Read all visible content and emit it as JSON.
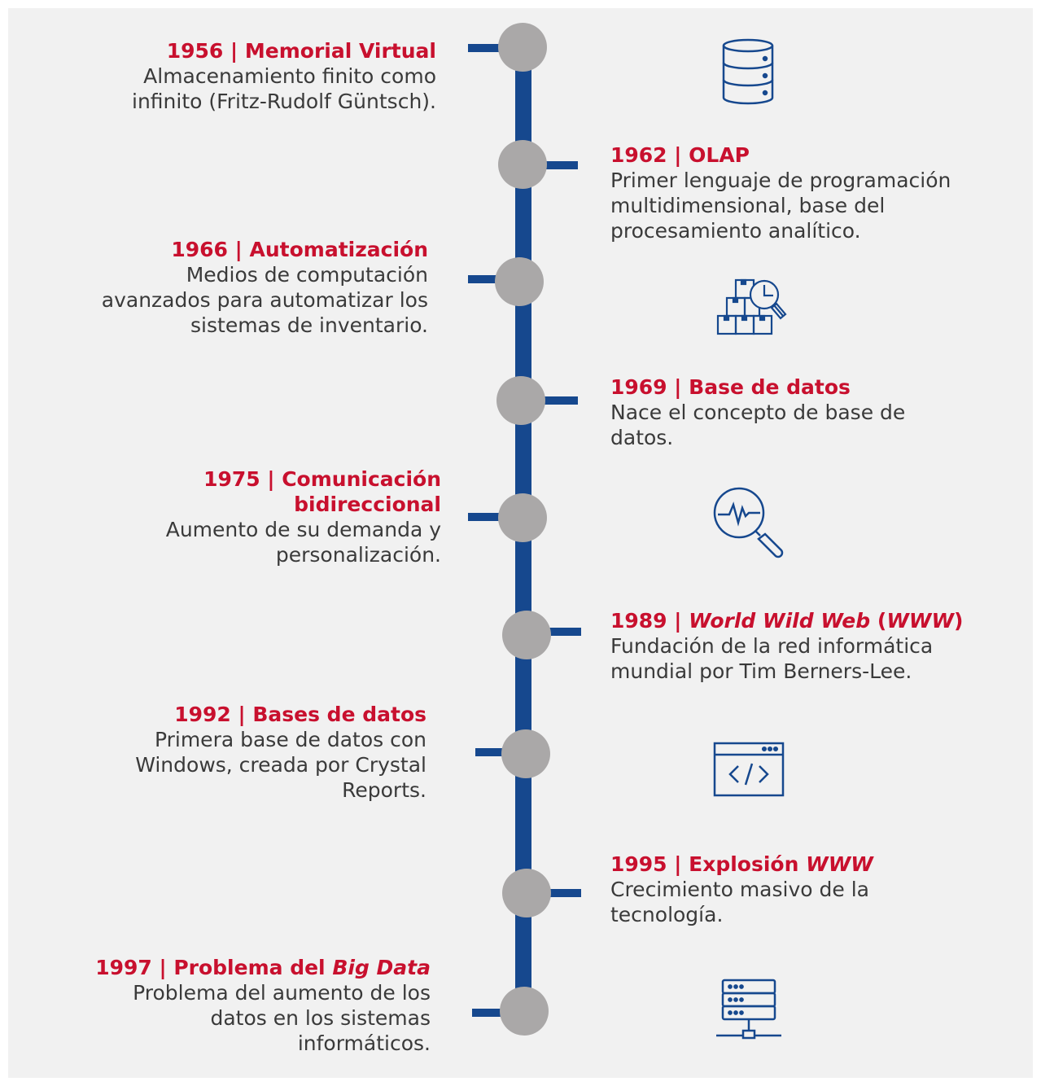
{
  "colors": {
    "accent": "#c8102e",
    "spine": "#16488e",
    "node": "#aaa8a8",
    "text": "#3a3a3a",
    "panel": "#f1f1f1"
  },
  "events": [
    {
      "year": "1956",
      "title": "Memorial Virtual",
      "description": "Almacenamiento finito como infinito (Fritz-Rudolf Güntsch)."
    },
    {
      "year": "1962",
      "title": "OLAP",
      "description": "Primer lenguaje de programación multidimensional, base del procesamiento analítico."
    },
    {
      "year": "1966",
      "title": "Automatización",
      "description": "Medios de computación avanzados para automatizar los sistemas de inventario."
    },
    {
      "year": "1969",
      "title": "Base de datos",
      "description": "Nace el concepto de base de datos."
    },
    {
      "year": "1975",
      "title": "Comunicación bidireccional",
      "description": "Aumento de su demanda y personalización."
    },
    {
      "year": "1989",
      "title_italic": "World Wild Web",
      "title_plain": " (",
      "title_italic_2": "WWW",
      "title_plain_2": ")",
      "description": "Fundación de la red informática mundial por Tim Berners-Lee."
    },
    {
      "year": "1992",
      "title": "Bases de datos",
      "description": "Primera base de datos con Windows, creada por Crystal Reports."
    },
    {
      "year": "1995",
      "title_plain": "Explosión ",
      "title_italic": "WWW",
      "description": "Crecimiento masivo de la tecnología."
    },
    {
      "year": "1997",
      "title_plain": "Problema del ",
      "title_italic": "Big Data",
      "description": "Problema del aumento de los datos en los sistemas informáticos."
    }
  ],
  "separator": " | ",
  "icons": [
    "database-icon",
    "inventory-search-icon",
    "analytics-search-icon",
    "code-window-icon",
    "server-network-icon"
  ]
}
